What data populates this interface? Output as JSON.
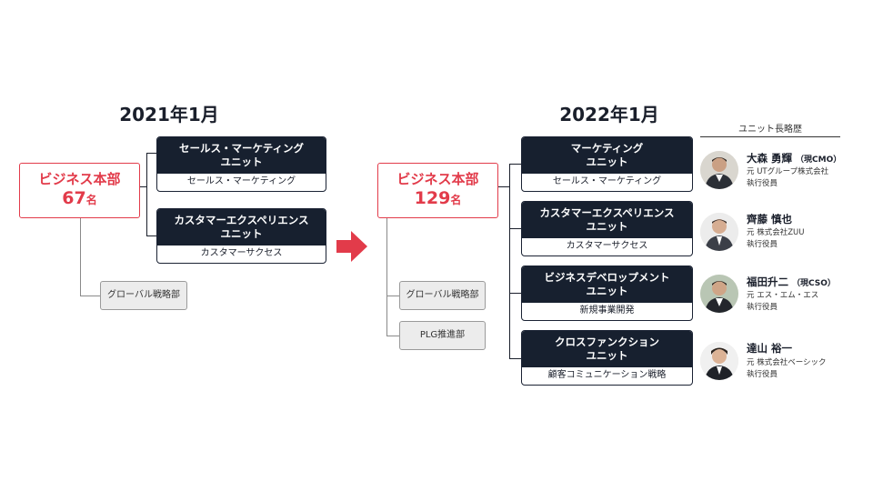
{
  "left": {
    "year": "2021年1月",
    "root": {
      "title": "ビジネス本部",
      "count": "67",
      "count_unit": "名"
    },
    "units": [
      {
        "title_line1": "セールス・マーケティング",
        "title_line2": "ユニット",
        "function": "セールス・マーケティング"
      },
      {
        "title_line1": "カスタマーエクスペリエンス",
        "title_line2": "ユニット",
        "function": "カスタマーサクセス"
      }
    ],
    "departments": [
      "グローバル戦略部"
    ]
  },
  "right": {
    "year": "2022年1月",
    "root": {
      "title": "ビジネス本部",
      "count": "129",
      "count_unit": "名"
    },
    "units": [
      {
        "title_line1": "マーケティング",
        "title_line2": "ユニット",
        "function": "セールス・マーケティング"
      },
      {
        "title_line1": "カスタマーエクスペリエンス",
        "title_line2": "ユニット",
        "function": "カスタマーサクセス"
      },
      {
        "title_line1": "ビジネスデベロップメント",
        "title_line2": "ユニット",
        "function": "新規事業開発"
      },
      {
        "title_line1": "クロスファンクション",
        "title_line2": "ユニット",
        "function": "顧客コミュニケーション戦略"
      }
    ],
    "departments": [
      "グローバル戦略部",
      "PLG推進部"
    ]
  },
  "leaders_header": "ユニット長略歴",
  "leaders": [
    {
      "name": "大森 勇輝",
      "note": "（現CMO）",
      "line1": "元 UTグループ株式会社",
      "line2": "執行役員"
    },
    {
      "name": "齊藤 慎也",
      "note": "",
      "line1": "元 株式会社ZUU",
      "line2": "執行役員"
    },
    {
      "name": "福田升二",
      "note": "（現CSO）",
      "line1": "元 エス・エム・エス",
      "line2": "執行役員"
    },
    {
      "name": "達山 裕一",
      "note": "",
      "line1": "元 株式会社ベーシック",
      "line2": "執行役員"
    }
  ],
  "colors": {
    "accent": "#e23b4a",
    "navy": "#17202f",
    "gray_box": "#ececec"
  },
  "icons": {
    "transition_arrow": "arrow-right-icon"
  }
}
